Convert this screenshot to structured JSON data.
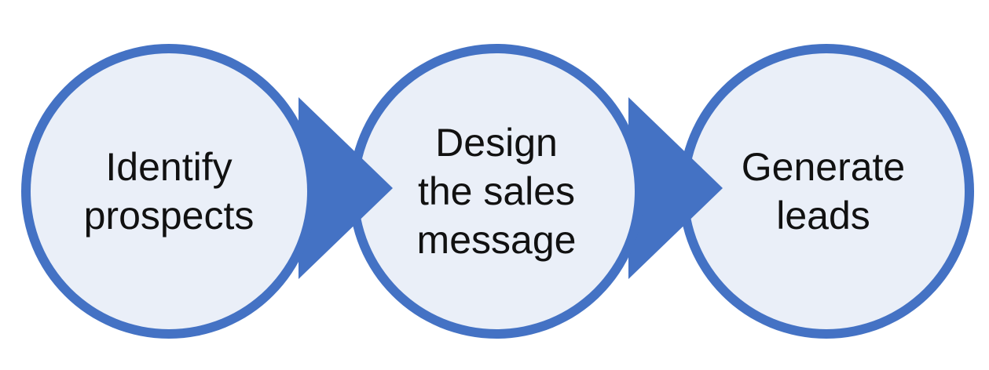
{
  "diagram": {
    "colors": {
      "stroke": "#4472C4",
      "fill": "#EAEFF8",
      "text": "#111111",
      "background": "#FFFFFF"
    },
    "steps": [
      {
        "lines": [
          "Identify",
          "prospects"
        ]
      },
      {
        "lines": [
          "Design",
          "the sales",
          "message"
        ]
      },
      {
        "lines": [
          "Generate",
          "leads"
        ]
      }
    ]
  }
}
